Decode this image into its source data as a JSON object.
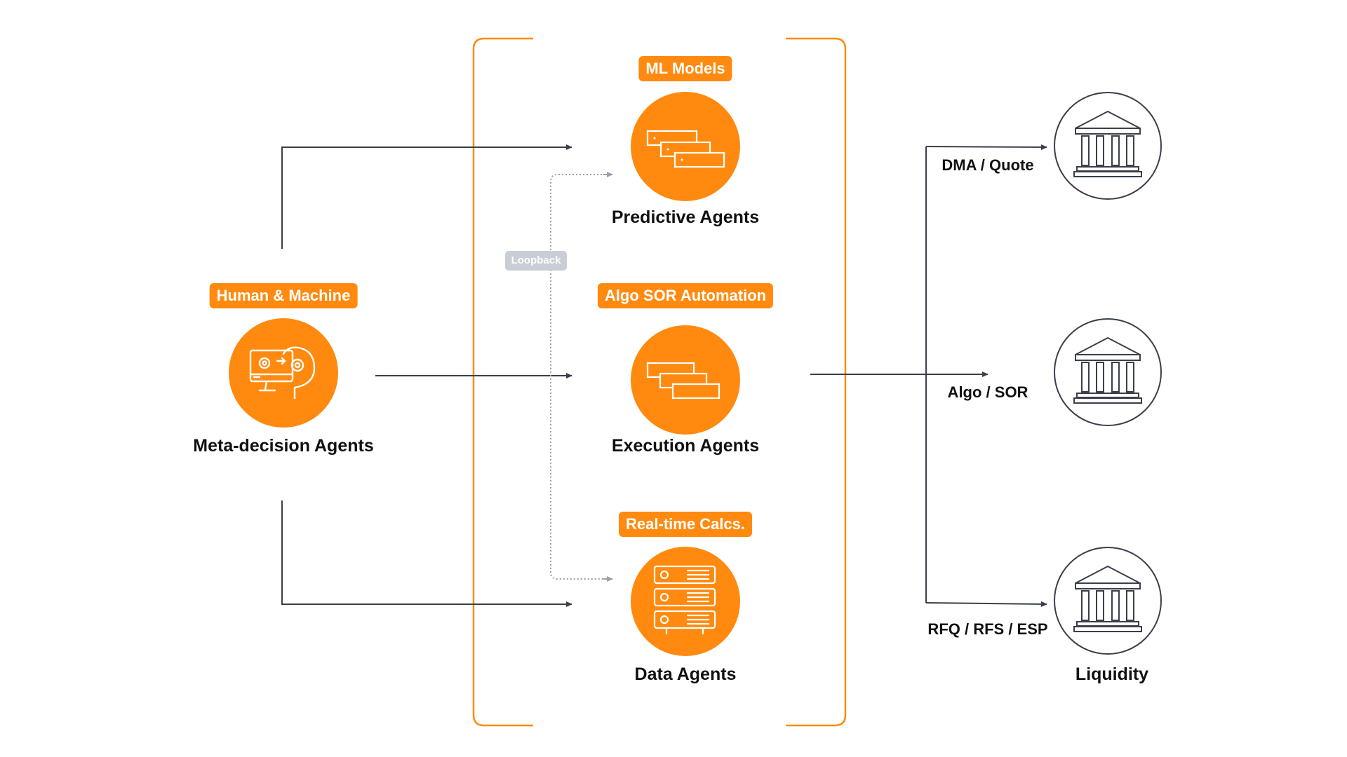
{
  "meta_decision": {
    "tag": "Human & Machine",
    "label": "Meta-decision Agents",
    "icon": "human-machine-gears-icon"
  },
  "agents": [
    {
      "tag": "ML Models",
      "label": "Predictive Agents",
      "icon": "stacked-models-icon"
    },
    {
      "tag": "Algo SOR Automation",
      "label": "Execution Agents",
      "icon": "stacked-cards-icon"
    },
    {
      "tag": "Real-time Calcs.",
      "label": "Data Agents",
      "icon": "server-rack-icon"
    }
  ],
  "loopback": {
    "label": "Loopback"
  },
  "routes": [
    {
      "label": "DMA / Quote"
    },
    {
      "label": "Algo / SOR"
    },
    {
      "label": "RFQ / RFS / ESP"
    }
  ],
  "liquidity": {
    "label": "Liquidity",
    "icon": "bank-building-icon"
  },
  "colors": {
    "accent": "#FF8A0F",
    "line": "#3A3F4A",
    "loopback": "#C9CDD6",
    "text": "#111111"
  }
}
